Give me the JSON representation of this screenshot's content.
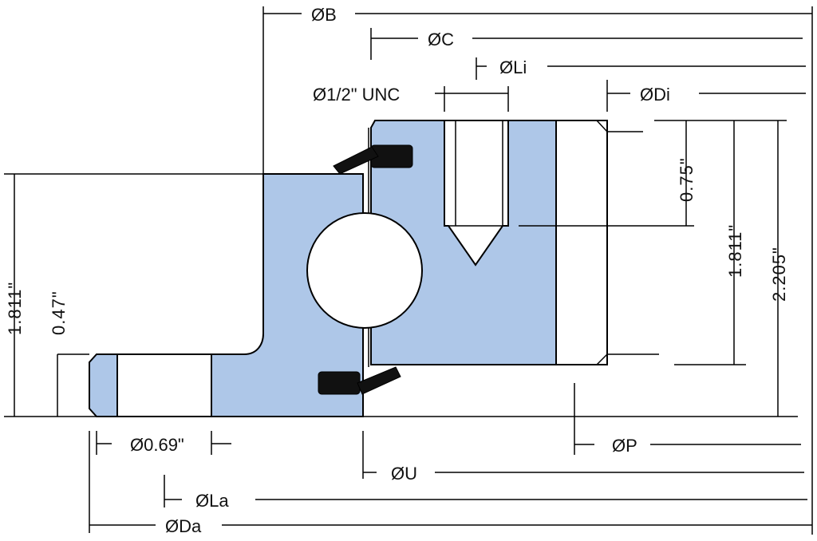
{
  "dimensions": {
    "B": "ØB",
    "C": "ØC",
    "Li": "ØLi",
    "unc": "Ø1/2\" UNC",
    "Di": "ØDi",
    "d075": "0.75\"",
    "d1811_right": "1.811\"",
    "d2205": "2.205\"",
    "d1811_left": "1.811\"",
    "d047": "0.47\"",
    "d069": "Ø0.69\"",
    "P": "ØP",
    "U": "ØU",
    "La": "ØLa",
    "Da": "ØDa"
  },
  "colors": {
    "part_fill": "#aec7e8",
    "line": "#000000",
    "seal": "#111111",
    "background": "#ffffff"
  }
}
